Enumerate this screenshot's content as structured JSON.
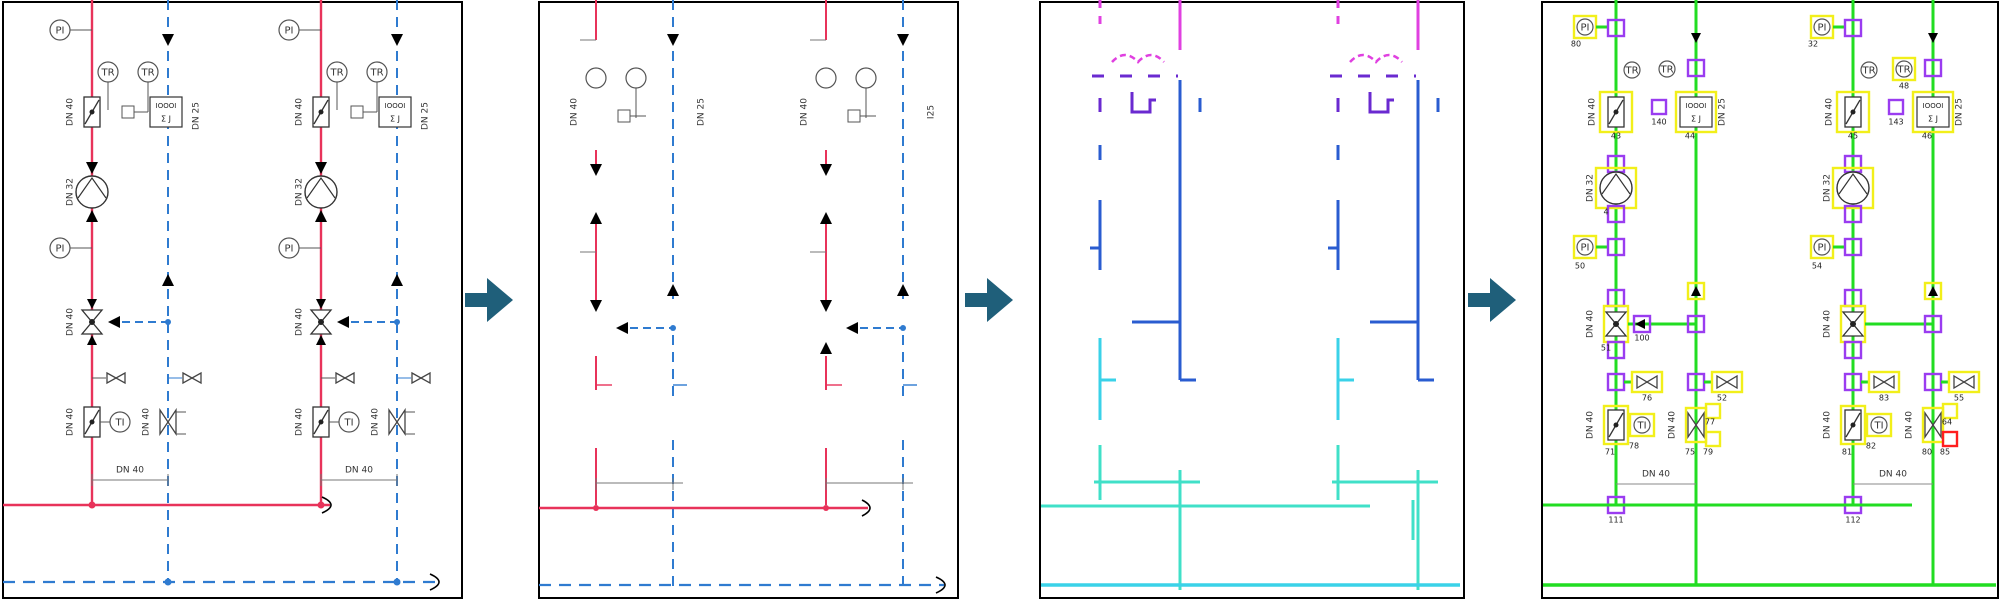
{
  "colors": {
    "frame": "#000000",
    "arrow": "#1f5f7a",
    "supply_red": "#e8335a",
    "return_blue": "#2f7bd0",
    "detect_magenta": "#e040e0",
    "detect_violet": "#6a2ad0",
    "detect_blue": "#2a5cd0",
    "detect_cyan": "#3ad2e8",
    "detect_teal": "#40e0c8",
    "graph_green": "#22dd22",
    "box_yellow": "#f2ef1a",
    "box_purple": "#9a3cf0",
    "box_red": "#ff1e1e"
  },
  "labels": {
    "pi": "PI",
    "tr": "TR",
    "ti": "TI",
    "meter_top": "IOOOI",
    "meter_bottom": "Σ J",
    "dn40": "DN 40",
    "dn32": "DN 32",
    "dn25": "DN 25",
    "i25": "I25"
  },
  "panel4_ids": {
    "left_pi_top": "80",
    "left_meter": "44",
    "left_valve_top": "43",
    "left_pump": "4",
    "left_pi_mid": "50",
    "left_control_valve": "51",
    "left_control_side": "100",
    "left_tr": "140",
    "left_gate_a": "76",
    "left_gate_b": "52",
    "left_bottom_a": "71",
    "left_bottom_b": "78",
    "left_bottom_c": "77",
    "left_bottom_d": "75",
    "left_bottom_e": "79",
    "left_node": "111",
    "right_pi_top": "32",
    "right_tr": "48",
    "right_valve_top": "45",
    "right_tr_small": "143",
    "right_meter": "46",
    "right_pi_mid": "54",
    "right_gate_a": "83",
    "right_gate_b": "55",
    "right_bottom_a": "81",
    "right_bottom_b": "82",
    "right_bottom_c": "64",
    "right_bottom_d": "80",
    "right_bottom_e": "85",
    "right_node": "112"
  }
}
